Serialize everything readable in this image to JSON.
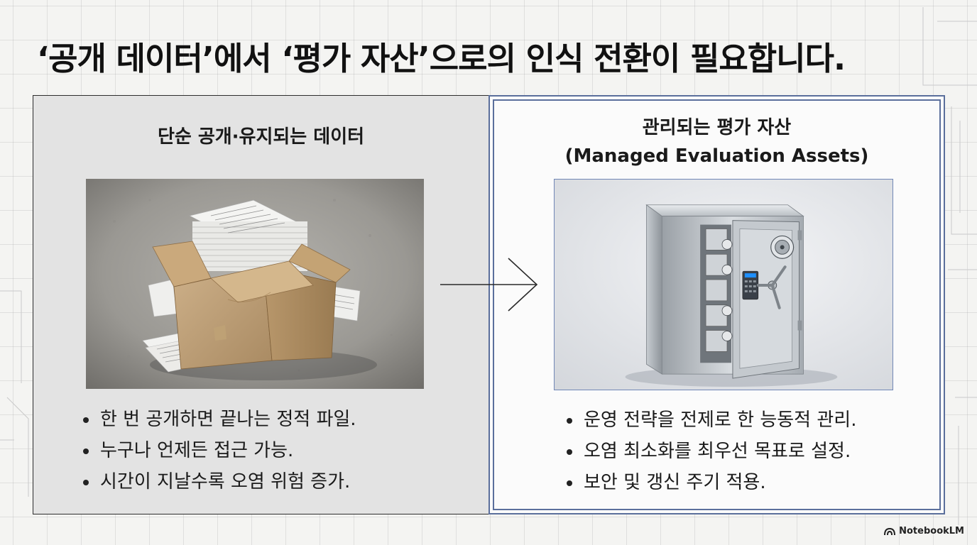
{
  "title": "‘공개 데이터’에서 ‘평가 자산’으로의 인식 전환이 필요합니다.",
  "left_panel": {
    "heading": "단순 공개·유지되는 데이터",
    "image_icon": "open-cardboard-box-of-papers-icon",
    "bullets": [
      "한 번 공개하면 끝나는 정적 파일.",
      "누구나 언제든 접근 가능.",
      "시간이 지날수록 오염 위험 증가."
    ]
  },
  "transition_icon": "right-arrow-icon",
  "right_panel": {
    "heading_line1": "관리되는 평가 자산",
    "heading_line2": "(Managed Evaluation Assets)",
    "image_icon": "steel-safe-icon",
    "accent_color": "#5b6f9c",
    "bullets": [
      "운영 전략을 전제로 한 능동적 관리.",
      "오염 최소화를 최우선 목표로 설정.",
      "보안 및 갱신 주기 적용."
    ]
  },
  "brand": {
    "icon": "notebooklm-logo-icon",
    "label": "NotebookLM"
  }
}
